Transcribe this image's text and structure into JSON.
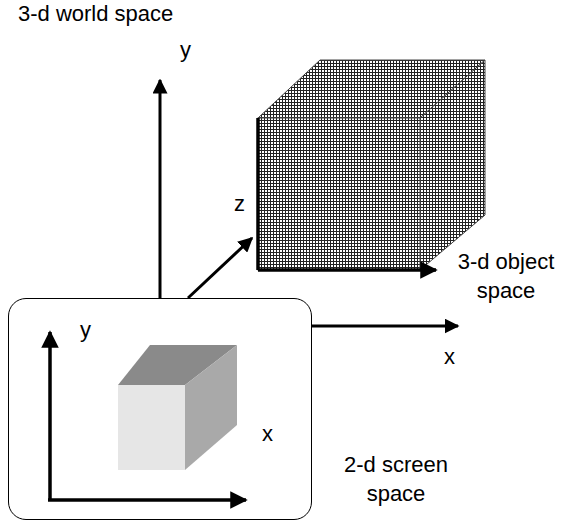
{
  "diagram": {
    "nodes": [
      {
        "text": [
          "2-d screen space"
        ]
      }
    ],
    "labels": [
      "3-d world space",
      "y",
      "z",
      "x",
      "3-d object space",
      "y",
      "x"
    ]
  }
}
